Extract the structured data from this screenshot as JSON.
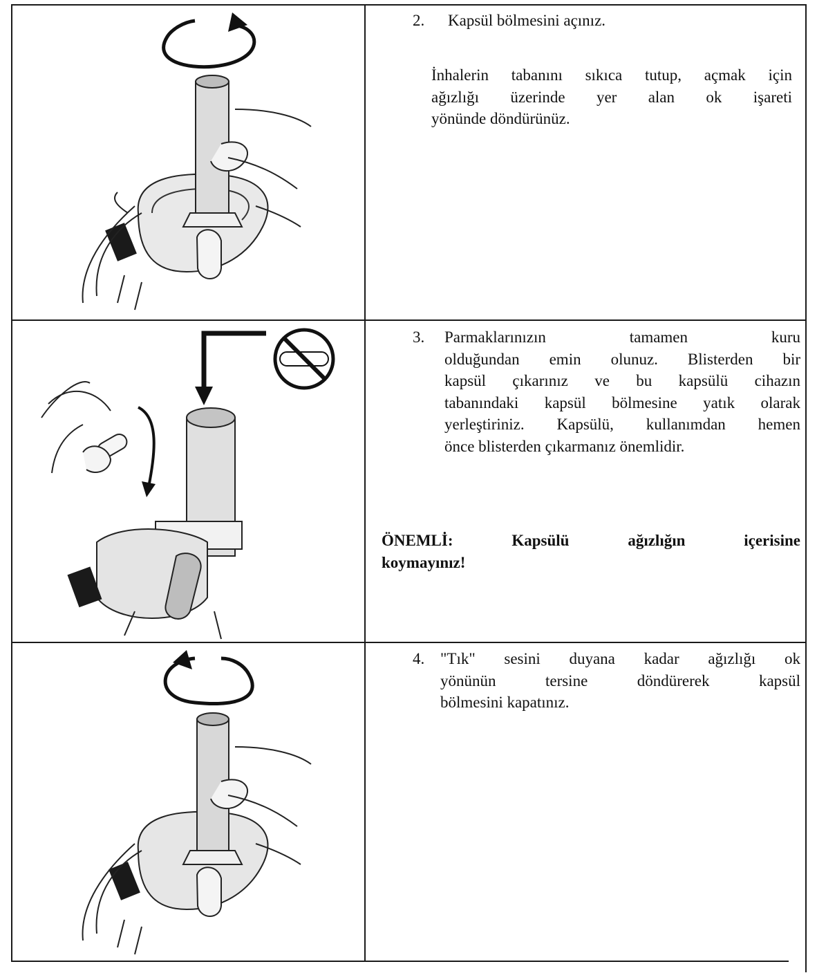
{
  "steps": [
    {
      "number": "2.",
      "title": "Kapsül bölmesini açınız.",
      "body_lines": [
        "İnhalerin tabanını sıkıca tutup, açmak için",
        "ağızlığı üzerinde yer alan ok işareti",
        "yönünde döndürünüz."
      ]
    },
    {
      "number": "3.",
      "body_lines": [
        "Parmaklarınızın tamamen kuru",
        "olduğundan emin olunuz. Blisterden bir",
        "kapsül çıkarınız ve bu kapsülü cihazın",
        "tabanındaki kapsül bölmesine yatık olarak",
        "yerleştiriniz. Kapsülü, kullanımdan hemen",
        "önce blisterden çıkarmanız önemlidir."
      ],
      "warning_lines": [
        "ÖNEMLİ: Kapsülü ağızlığın içerisine",
        "koymayınız!"
      ]
    },
    {
      "number": "4.",
      "body_lines": [
        "\"Tık\" sesini duyana kadar ağızlığı ok",
        "yönünün tersine döndürerek kapsül",
        "bölmesini kapatınız."
      ]
    }
  ],
  "icons": {
    "rotate_open": "rotate-arrow-icon",
    "prohibited_capsule": "no-capsule-in-mouthpiece-icon",
    "insert_arrow": "down-arrow-icon",
    "rotate_close": "rotate-arrow-icon"
  }
}
